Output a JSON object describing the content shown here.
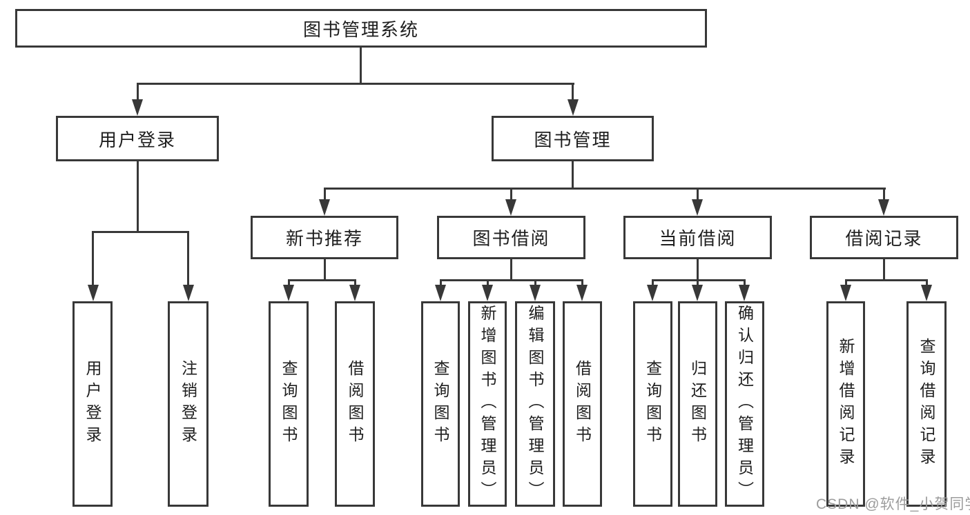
{
  "diagram": {
    "watermark": "CSDN @软件_小贺同学",
    "colors": {
      "line": "#383838",
      "text": "#1e1e1e",
      "watermark": "#9c9c9c",
      "background": "#ffffff"
    }
  },
  "nodes": {
    "root": {
      "label": "图书管理系统"
    },
    "user_login": {
      "label": "用户登录"
    },
    "book_mgmt": {
      "label": "图书管理"
    },
    "new_book_rec": {
      "label": "新书推荐"
    },
    "book_borrow": {
      "label": "图书借阅"
    },
    "current_borrow": {
      "label": "当前借阅"
    },
    "borrow_records": {
      "label": "借阅记录"
    },
    "login_leaf": {
      "label": "用户登录"
    },
    "logout_leaf": {
      "label": "注销登录"
    },
    "rec_query": {
      "label": "查询图书"
    },
    "rec_borrow": {
      "label": "借阅图书"
    },
    "bb_query": {
      "label": "查询图书"
    },
    "bb_add": {
      "label": "新增图书（管理员）"
    },
    "bb_edit": {
      "label": "编辑图书（管理员）"
    },
    "bb_borrow": {
      "label": "借阅图书"
    },
    "cb_query": {
      "label": "查询图书"
    },
    "cb_return": {
      "label": "归还图书"
    },
    "cb_confirm": {
      "label": "确认归还（管理员）"
    },
    "br_add": {
      "label": "新增借阅记录"
    },
    "br_query": {
      "label": "查询借阅记录"
    }
  },
  "hierarchy": {
    "图书管理系统": {
      "用户登录": [
        "用户登录",
        "注销登录"
      ],
      "图书管理": {
        "新书推荐": [
          "查询图书",
          "借阅图书"
        ],
        "图书借阅": [
          "查询图书",
          "新增图书（管理员）",
          "编辑图书（管理员）",
          "借阅图书"
        ],
        "当前借阅": [
          "查询图书",
          "归还图书",
          "确认归还（管理员）"
        ],
        "借阅记录": [
          "新增借阅记录",
          "查询借阅记录"
        ]
      }
    }
  }
}
